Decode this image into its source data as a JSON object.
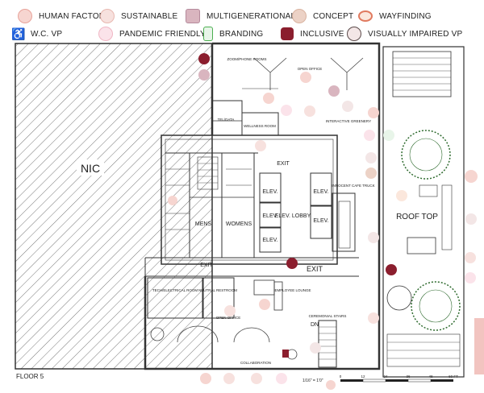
{
  "legend": [
    {
      "label": "HUMAN FACTORS",
      "icon": "human-factors-icon",
      "color": "#e8a39a"
    },
    {
      "label": "SUSTAINABLE",
      "icon": "sustainable-icon",
      "color": "#8fc58a"
    },
    {
      "label": "MULTIGENERATIONAL",
      "icon": "multigenerational-icon",
      "color": "#b58a9c"
    },
    {
      "label": "CONCEPT",
      "icon": "concept-icon",
      "color": "#d9b3a0"
    },
    {
      "label": "WAYFINDING",
      "icon": "wayfinding-icon",
      "color": "#e07a5f"
    },
    {
      "label": "W.C. VP",
      "icon": "wheelchair-icon",
      "color": "#7a2a3a"
    },
    {
      "label": "PANDEMIC FRIENDLY",
      "icon": "pandemic-friendly-icon",
      "color": "#f0b6c4"
    },
    {
      "label": "BRANDING",
      "icon": "branding-icon",
      "color": "#4caf50"
    },
    {
      "label": "INCLUSIVE",
      "icon": "inclusive-icon",
      "color": "#8b1e2e"
    },
    {
      "label": "VISUALLY IMPAIRED VP",
      "icon": "visually-impaired-icon",
      "color": "#5a4a4a"
    }
  ],
  "plan": {
    "nic": "NIC",
    "roof_top": "ROOF TOP",
    "floor": "FLOOR 5",
    "zoom_rooms": "ZOOM/PHONE ROOMS",
    "open_office_top": "OPEN OFFICE",
    "tel_data": "TEL/DATA",
    "wellness": "WELLNESS ROOM",
    "greenery": "INTERACTIVE GREENERY",
    "cafe": "INNOCENT CAFE TRUCK",
    "mens": "MENS",
    "womens": "WOMENS",
    "elev1": "ELEV.",
    "elev2": "ELEV.",
    "elev3": "ELEV.",
    "elev4": "ELEV.",
    "elev5": "ELEV.",
    "elev_lobby": "ELEV. LOBBY",
    "exit_top": "EXIT",
    "exit_left": "EXIT",
    "exit_right": "EXIT",
    "tech_room": "TECH/ELECTRICAL ROOM",
    "neutral_restroom": "NEUTRAL RESTROOM",
    "open_office_bottom": "OPEN OFFICE",
    "employee_lounge": "EMPLOYEE LOUNGE",
    "stairs": "CEREMONIAL STAIRS",
    "dn": "DN",
    "collaboration": "COLLABORATION"
  },
  "scale": {
    "label": "1/16\" = 1'0\"",
    "ticks": [
      "0",
      "12",
      "24",
      "36",
      "48",
      "60 FT"
    ]
  }
}
